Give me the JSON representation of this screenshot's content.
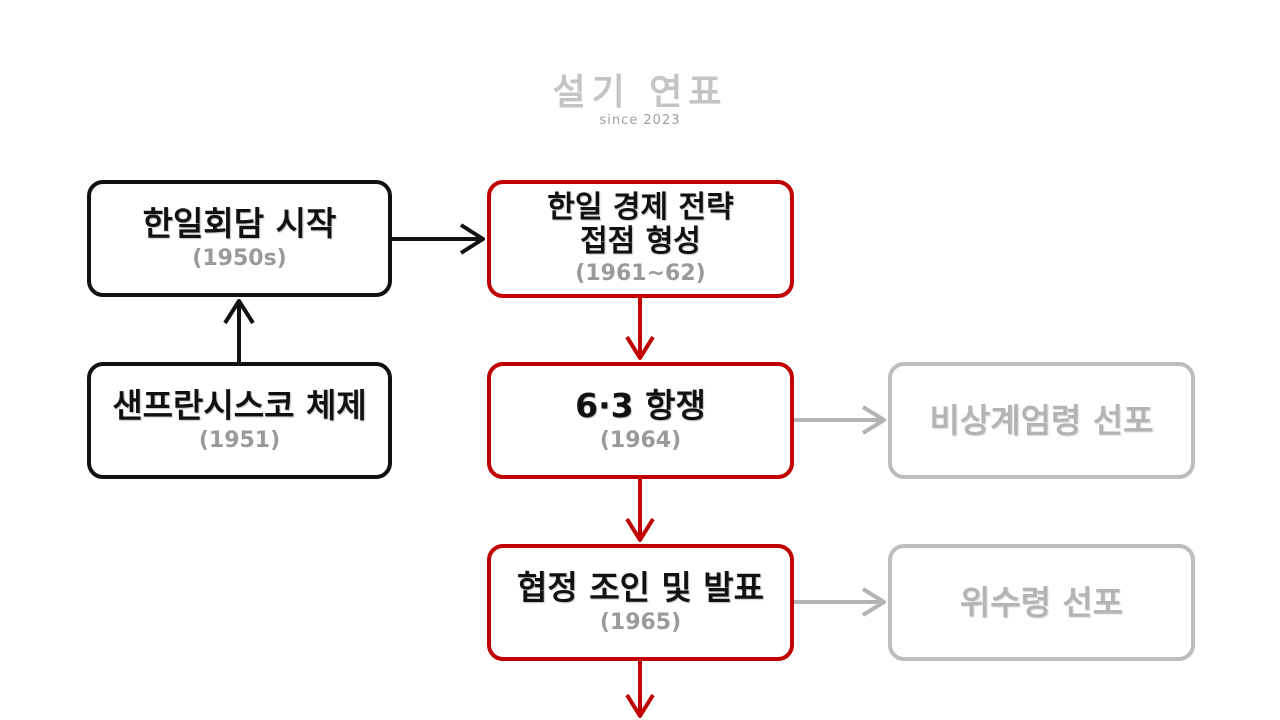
{
  "brand": {
    "title": "설기 연표",
    "subtitle": "since 2023"
  },
  "nodes": {
    "talks": {
      "title": "한일회담 시작",
      "year": "(1950s)"
    },
    "sanfrancisco": {
      "title": "샌프란시스코 체제",
      "year": "(1951)"
    },
    "economic": {
      "title_line1": "한일 경제 전략",
      "title_line2": "접점 형성",
      "year": "(1961~62)"
    },
    "protest": {
      "title": "6·3 항쟁",
      "year": "(1964)"
    },
    "martial": {
      "title": "비상계엄령 선포"
    },
    "treaty": {
      "title": "협정 조인 및 발표",
      "year": "(1965)"
    },
    "garrison": {
      "title": "위수령 선포"
    }
  },
  "colors": {
    "primary": "#111111",
    "accent": "#c00000",
    "muted": "#bdbdbd"
  }
}
